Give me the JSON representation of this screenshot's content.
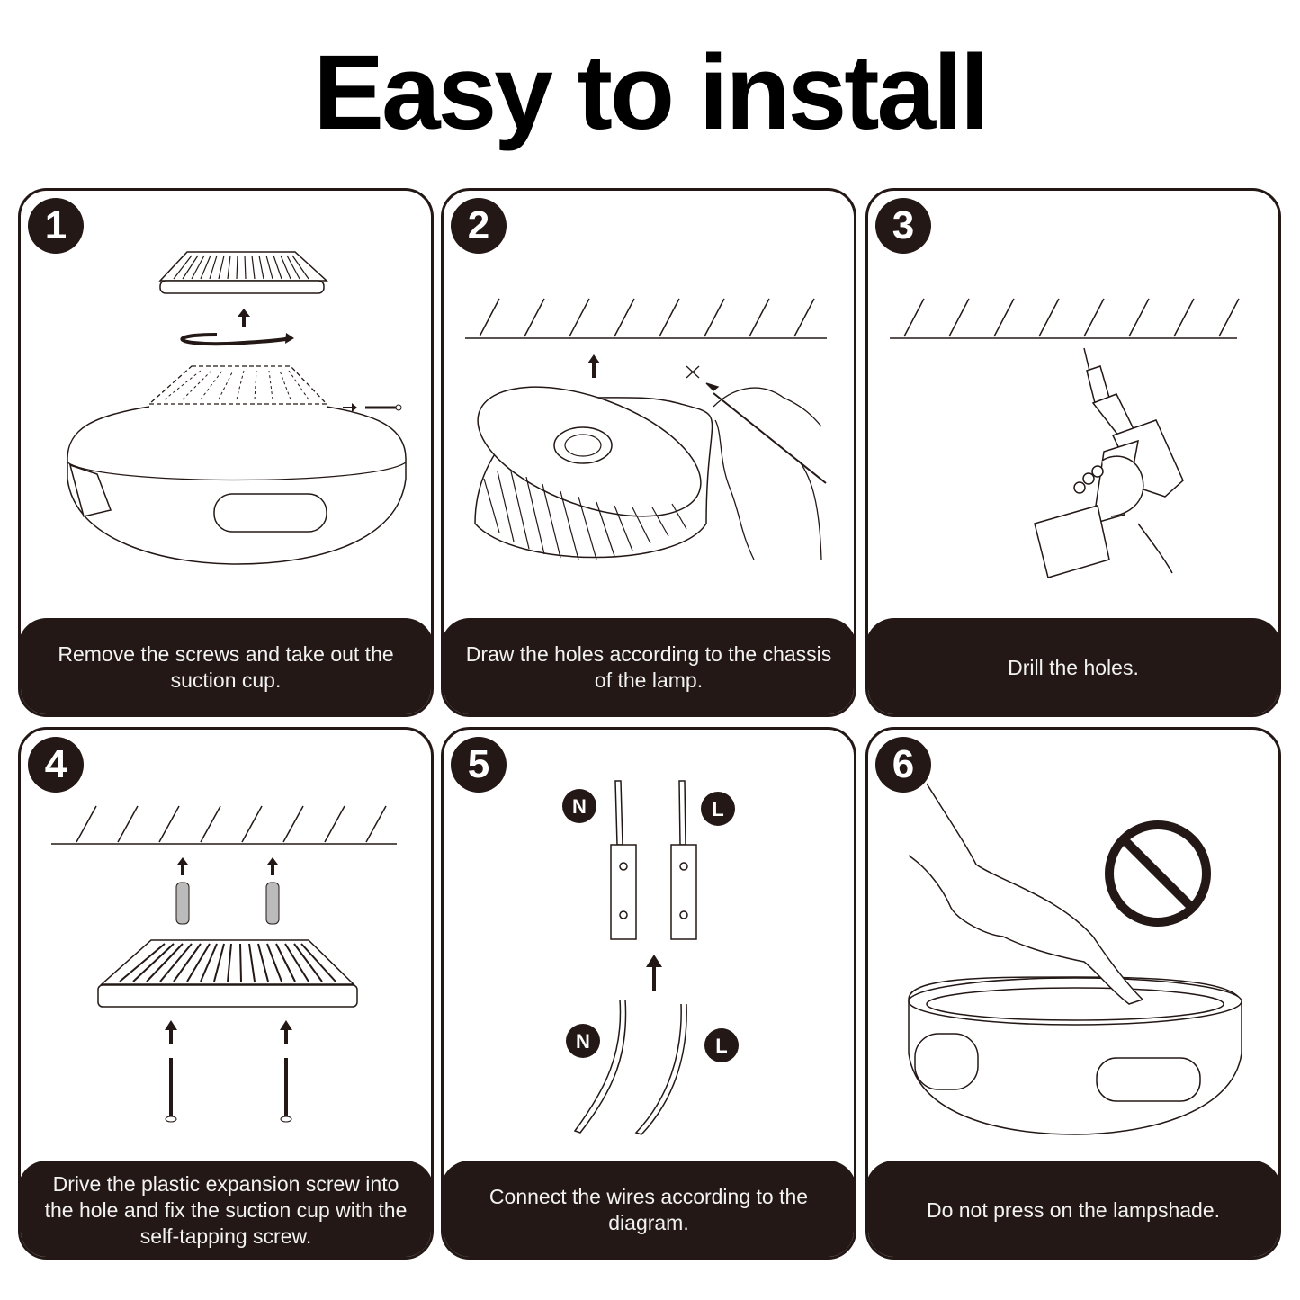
{
  "title": "Easy to install",
  "colors": {
    "dark": "#231815",
    "caption_text": "#f2f2f2",
    "background": "#ffffff"
  },
  "steps": [
    {
      "number": "1",
      "caption": "Remove the screws and take out the suction cup.",
      "illustration": "lamp-remove-suction-cup"
    },
    {
      "number": "2",
      "caption": "Draw the holes according to the chassis of the lamp.",
      "illustration": "mark-ceiling-holes"
    },
    {
      "number": "3",
      "caption": "Drill the holes.",
      "illustration": "drill-ceiling"
    },
    {
      "number": "4",
      "caption": "Drive the plastic expansion screw into the hole and fix the suction cup with the self-tapping screw.",
      "illustration": "mount-suction-cup"
    },
    {
      "number": "5",
      "caption": "Connect the wires according to the diagram.",
      "illustration": "wire-connection",
      "labels": {
        "neutral": "N",
        "live": "L"
      }
    },
    {
      "number": "6",
      "caption": "Do not press on the lampshade.",
      "illustration": "no-press-warning"
    }
  ]
}
